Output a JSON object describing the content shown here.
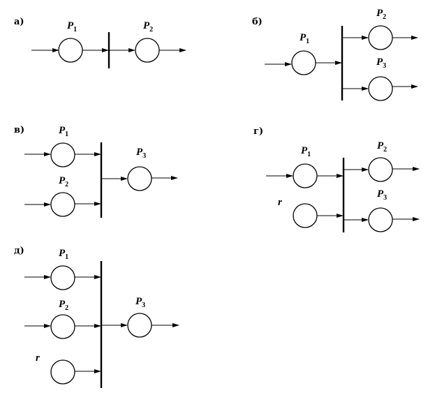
{
  "diagrams": [
    {
      "id": "a",
      "label": "а)",
      "places": [
        {
          "id": "p1",
          "name": "P",
          "sub": "1"
        },
        {
          "id": "p2",
          "name": "P",
          "sub": "2"
        }
      ]
    },
    {
      "id": "b",
      "label": "б)",
      "places": [
        {
          "id": "p1",
          "name": "P",
          "sub": "1"
        },
        {
          "id": "p2",
          "name": "P",
          "sub": "2"
        },
        {
          "id": "p3",
          "name": "P",
          "sub": "3"
        }
      ]
    },
    {
      "id": "v",
      "label": "в)",
      "places": [
        {
          "id": "p1",
          "name": "P",
          "sub": "1"
        },
        {
          "id": "p2",
          "name": "P",
          "sub": "2"
        },
        {
          "id": "p3",
          "name": "P",
          "sub": "3"
        }
      ]
    },
    {
      "id": "g",
      "label": "г)",
      "places": [
        {
          "id": "p1",
          "name": "P",
          "sub": "1"
        },
        {
          "id": "r",
          "name": "r",
          "sub": ""
        },
        {
          "id": "p2",
          "name": "P",
          "sub": "2"
        },
        {
          "id": "p3",
          "name": "P",
          "sub": "3"
        }
      ]
    },
    {
      "id": "d",
      "label": "д)",
      "places": [
        {
          "id": "p1",
          "name": "P",
          "sub": "1"
        },
        {
          "id": "p2",
          "name": "P",
          "sub": "2"
        },
        {
          "id": "r",
          "name": "r",
          "sub": ""
        },
        {
          "id": "p3",
          "name": "P",
          "sub": "3"
        }
      ]
    }
  ]
}
